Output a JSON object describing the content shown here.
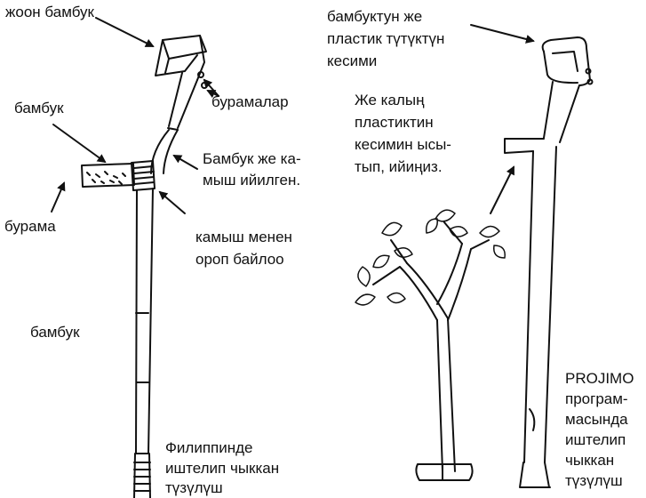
{
  "labels": {
    "thick_bamboo": "жоон бамбук",
    "screws_top": "бурамалар",
    "bamboo_left": "бамбук",
    "bamboo_or_cane": [
      "Бамбук же ка-",
      "мыш ийилген."
    ],
    "screw": "бурама",
    "cane_binding": [
      "камыш менен",
      "ороп байлоо"
    ],
    "bamboo_lower": "бамбук",
    "philippines": [
      "Филиппинде",
      "иштелип чыккан",
      "түзүлүш"
    ],
    "pipe_section": [
      "бамбуктун же",
      "пластик түтүктүн",
      "кесими"
    ],
    "heat_bend": [
      "Же калың",
      "пластиктин",
      "кесимин ысы-",
      "тып, ийиңиз."
    ],
    "projimo": [
      "PROJIMO",
      "програм-",
      "масында",
      "иштелип",
      "чыккан",
      "түзүлүш"
    ]
  },
  "colors": {
    "ink": "#111111",
    "background": "#ffffff"
  }
}
